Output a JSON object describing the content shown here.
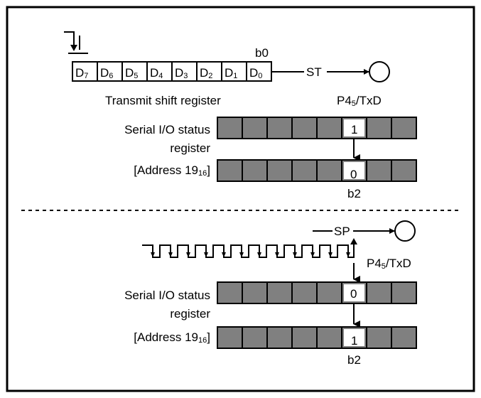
{
  "shift_register": {
    "bits": [
      {
        "main": "D",
        "sub": "7"
      },
      {
        "main": "D",
        "sub": "6"
      },
      {
        "main": "D",
        "sub": "5"
      },
      {
        "main": "D",
        "sub": "4"
      },
      {
        "main": "D",
        "sub": "3"
      },
      {
        "main": "D",
        "sub": "2"
      },
      {
        "main": "D",
        "sub": "1"
      },
      {
        "main": "D",
        "sub": "0"
      }
    ],
    "b0_label": "b0",
    "caption": "Transmit shift register",
    "st_label": "ST"
  },
  "top": {
    "pin_main": "P4",
    "pin_sub": "5",
    "pin_tail": "/TxD",
    "status_label_1": "Serial I/O status",
    "status_label_2": "register",
    "address_main": "[Address 19",
    "address_sub": "16",
    "address_tail": "]",
    "before_value": "1",
    "after_value": "0",
    "bit_label": "b2"
  },
  "bottom": {
    "sp_label": "SP",
    "pin_main": "P4",
    "pin_sub": "5",
    "pin_tail": "/TxD",
    "status_label_1": "Serial I/O status",
    "status_label_2": "register",
    "address_main": "[Address 19",
    "address_sub": "16",
    "address_tail": "]",
    "before_value": "0",
    "after_value": "1",
    "bit_label": "b2"
  },
  "colors": {
    "register_fill": "#808080",
    "highlight_fill": "#ffffff",
    "line": "#000000"
  }
}
